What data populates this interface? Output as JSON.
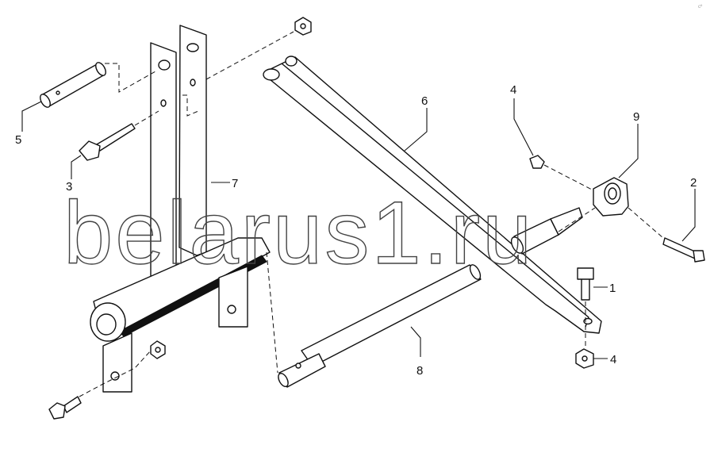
{
  "diagram": {
    "watermark": "belarus1.ru",
    "corner_mark": "сº",
    "callouts": [
      "1",
      "2",
      "3",
      "4",
      "4",
      "5",
      "6",
      "7",
      "8",
      "9"
    ]
  }
}
